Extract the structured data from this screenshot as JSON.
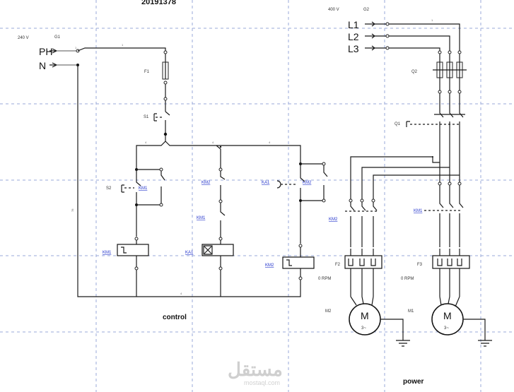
{
  "header": {
    "top_text": "20191378"
  },
  "control": {
    "caption": "control",
    "voltage": "240 V",
    "source_label": "G1",
    "ph_label": "PH",
    "n_label": "N",
    "fuse": "F1",
    "stop_switch": "S1",
    "start_switch": "S2",
    "contacts": {
      "km1_start": "KM1",
      "km2_upper": "KM2",
      "km1_lower": "KM1",
      "ka1_contact": "KA1",
      "km2_right": "KM2"
    },
    "coils": {
      "km1": "KM1",
      "ka1": "KA1",
      "km2": "KM2"
    }
  },
  "power": {
    "caption": "power",
    "voltage": "400 V",
    "source_label": "G2",
    "phases": [
      "L1",
      "L2",
      "L3"
    ],
    "fuses": "Q2",
    "breaker": "Q1",
    "contactor_left": "KM2",
    "contactor_right": "KM1",
    "overload_left": "F2",
    "overload_right": "F3",
    "rpm_left": "0 RPM",
    "rpm_right": "0 RPM",
    "motor_left": "M2",
    "motor_right": "M1",
    "motor_symbol": "M",
    "motor_phase": "3~"
  },
  "watermark": {
    "arabic": "مستقل",
    "latin": "mostaql.com"
  }
}
